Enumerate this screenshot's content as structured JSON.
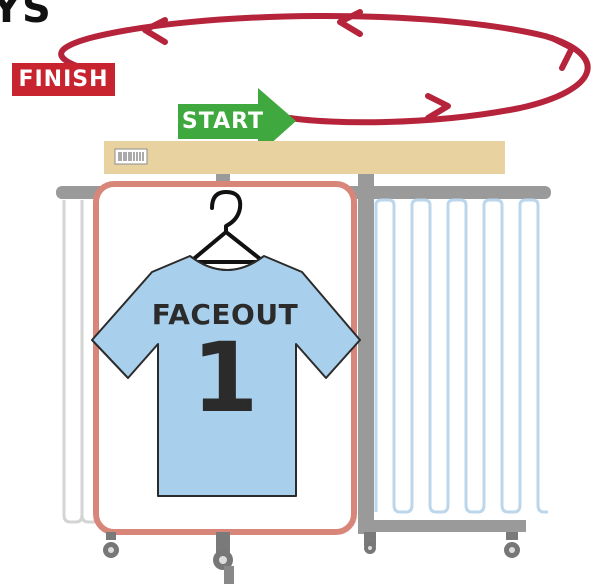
{
  "heading": "YS",
  "finish_label": "FINISH",
  "start_label": "START",
  "shirt": {
    "word": "FACEOUT",
    "number": "1"
  },
  "colors": {
    "arrow": "#b5243a",
    "finish_bg": "#c8242f",
    "start_bg": "#3fa83f",
    "shelf": "#e8d3a0",
    "rack": "#9a9a9a",
    "highlight_border": "#d9867a",
    "shirt": "#a8d0ec",
    "rail_garments_left": "#d4d4d4",
    "rail_garments_right": "#bcd7ec"
  },
  "icons": [
    "hanger-icon",
    "barcode-icon",
    "caster-wheel-icon"
  ]
}
